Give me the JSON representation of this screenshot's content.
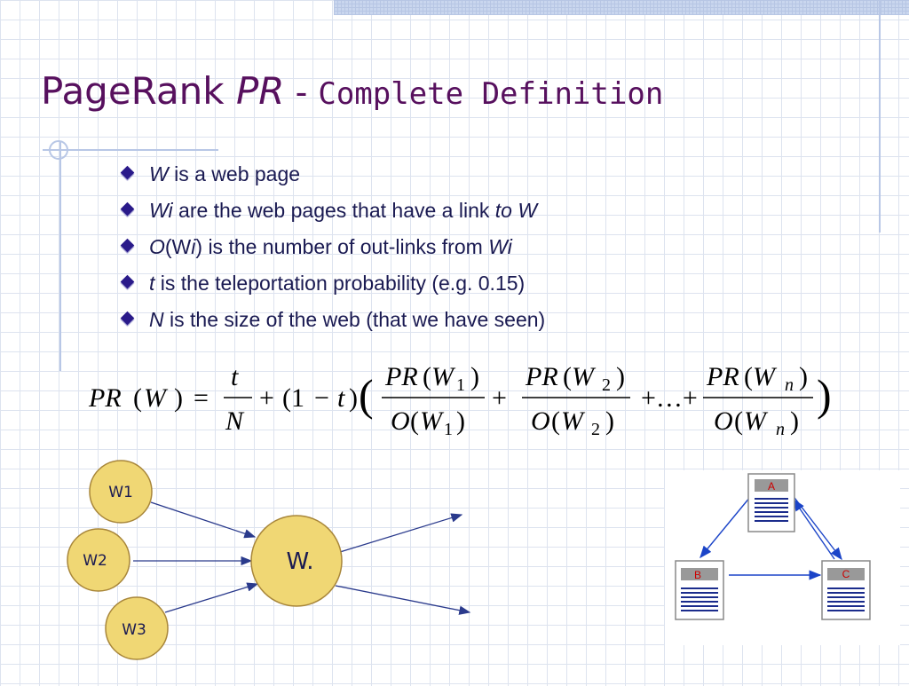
{
  "title": {
    "main": "PageRank ",
    "pr": "PR",
    "dash": " - ",
    "sub": "Complete Definition"
  },
  "bullets": [
    {
      "a": "W",
      "b": " is a web page",
      "c": "",
      "d": "",
      "e": "",
      "f": ""
    },
    {
      "a": "W",
      "b": "i",
      "c": " are the web pages that have a link ",
      "d": "to W",
      "e": "",
      "f": ""
    },
    {
      "a": "O",
      "b": "(W",
      "c": "i",
      "d": ") is the number of out-links from ",
      "e": "W",
      "f": "i"
    },
    {
      "a": "t",
      "b": " is the teleportation probability (e.g. 0.15)",
      "c": "",
      "d": "",
      "e": "",
      "f": ""
    },
    {
      "a": "N",
      "b": " is the size of the web (that we have seen)",
      "c": "",
      "d": "",
      "e": "",
      "f": ""
    }
  ],
  "formula": {
    "lhs_pr": "PR",
    "lhs_open": "(",
    "lhs_w": "W",
    "lhs_close": ")",
    "eq": "=",
    "t": "t",
    "N": "N",
    "plus1": "+",
    "one_minus_t_open": "(1",
    "minus": "−",
    "t2": "t",
    "one_minus_t_close": ")",
    "big_open": "(",
    "big_close": ")",
    "pr": "PR",
    "o": "O",
    "w": "W",
    "paren_open": "(",
    "paren_close": ")",
    "sub1": "1",
    "sub2": "2",
    "subn": "n",
    "plus2": "+",
    "plus_dots": "+…+"
  },
  "graph": {
    "nodes": {
      "w1": "W1",
      "w2": "W2",
      "w3": "W3",
      "w": "W."
    },
    "pages": {
      "a": "A",
      "b": "B",
      "c": "C"
    },
    "colors": {
      "node_fill": "#f0d774",
      "node_stroke": "#a8863a",
      "arrow": "#2a3a8c",
      "page_arrow": "#1b44c8",
      "label_box": "#999999",
      "label_text": "#cc0000"
    }
  }
}
